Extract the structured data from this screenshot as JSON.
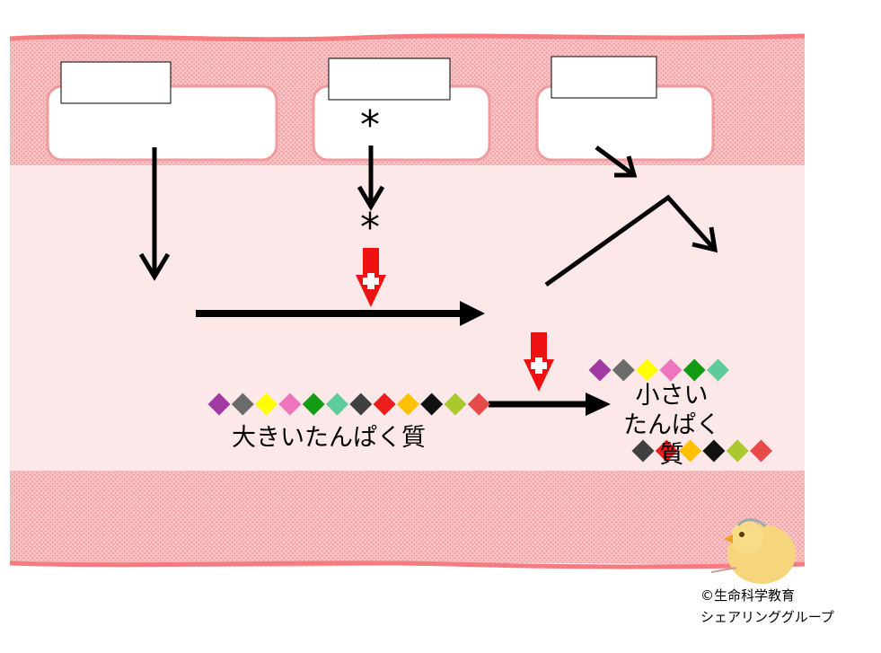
{
  "diagram": {
    "markers": {
      "asterisk_top": "*",
      "asterisk_bottom": "*"
    },
    "labels": {
      "large_protein": "大きいたんぱく質",
      "small_protein_line1": "小さい",
      "small_protein_line2": "たんぱく質"
    },
    "protein_colors": {
      "large": [
        "#a23aa3",
        "#6b6b6b",
        "#ffff00",
        "#ee74bd",
        "#139b13",
        "#5fcb9b",
        "#404040",
        "#ee1c1c",
        "#ffc000",
        "#111111",
        "#a9c92c",
        "#e84a4a"
      ],
      "small_top": [
        "#a23aa3",
        "#6b6b6b",
        "#ffff00",
        "#ee74bd",
        "#139b13",
        "#5fcb9b"
      ],
      "small_bottom": [
        "#404040",
        "#ee1c1c",
        "#ffc000",
        "#111111",
        "#a9c92c",
        "#e84a4a"
      ]
    },
    "colors": {
      "membrane_border": "#f47c80",
      "membrane_fill": "#f6b4b6",
      "cytoplasm": "#fde9ea",
      "activation_arrow": "#ee1111"
    }
  },
  "credit": {
    "line1": "©生命科学教育",
    "line2": "シェアリンググループ"
  }
}
